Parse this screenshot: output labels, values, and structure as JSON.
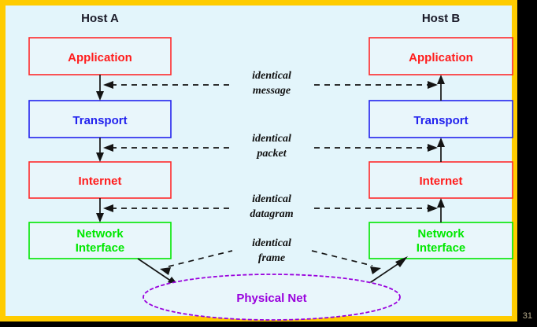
{
  "slide": {
    "page_number": "31",
    "background_color": "#e3f5fb",
    "frame_color": "#ffcc00"
  },
  "hosts": [
    {
      "id": "host-a",
      "title": "Host A"
    },
    {
      "id": "host-b",
      "title": "Host B"
    }
  ],
  "layers": [
    {
      "id": "application",
      "label": "Application",
      "color": "#ff1c1c"
    },
    {
      "id": "transport",
      "label": "Transport",
      "color": "#2222ee"
    },
    {
      "id": "internet",
      "label": "Internet",
      "color": "#ff1c1c"
    },
    {
      "id": "network-interface",
      "label_line1": "Network",
      "label_line2": "Interface",
      "color": "#00e800"
    }
  ],
  "physical_net": {
    "label": "Physical Net",
    "color": "#9900dd"
  },
  "identical_links": [
    {
      "id": "identical-message",
      "line1": "identical",
      "line2": "message"
    },
    {
      "id": "identical-packet",
      "line1": "identical",
      "line2": "packet"
    },
    {
      "id": "identical-datagram",
      "line1": "identical",
      "line2": "datagram"
    },
    {
      "id": "identical-frame",
      "line1": "identical",
      "line2": "frame"
    }
  ]
}
